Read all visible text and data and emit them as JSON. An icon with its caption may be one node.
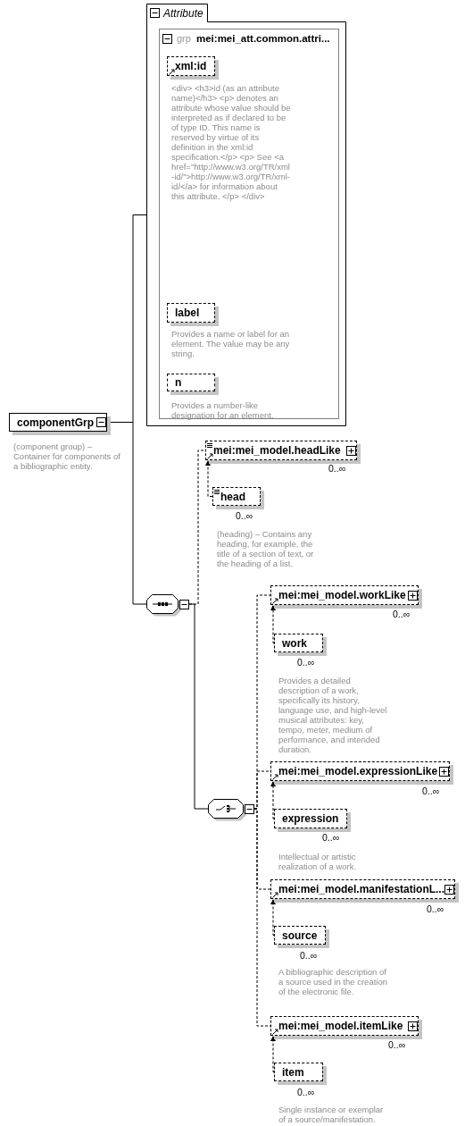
{
  "diagram": {
    "nodes": [
      {
        "text": [
          "componentGrp"
        ],
        "beside": [
          "(component group) – Container for components of a bibliographic entity."
        ]
      },
      {
        "text": [
          "Attribute"
        ]
      },
      {
        "text": [
          "grp",
          "mei:mei_att.common.attri..."
        ],
        "in": 1
      },
      {
        "text": [
          "xml:id"
        ],
        "in": 2,
        "beside": [
          "<div> <h3>id (as an attribute name)</h3> <p> denotes an attribute whose value should be interpreted as if declared to be of type ID. This name is reserved by virtue of its definition in the xml:id specification.</p> <p> See <a href=\"http://www.w3.org/TR/xml-id/\">http://www.w3.org/TR/xml-id/</a> for information about this attribute. </p> </div>"
        ]
      },
      {
        "text": [
          "label"
        ],
        "in": 2,
        "beside": [
          "Provides a name or label for an element. The value may be any string."
        ]
      },
      {
        "text": [
          "n"
        ],
        "in": 2,
        "beside": [
          "Provides a number-like designation for an element."
        ]
      },
      {
        "text": [],
        "shape": "octagon"
      },
      {
        "text": [
          "mei:mei_model.headLike"
        ],
        "beside": [
          "0..∞"
        ]
      },
      {
        "text": [
          "head"
        ],
        "beside": [
          "0..∞",
          "(heading) – Contains any heading, for example, the title of a section of text, or the heading of a list."
        ]
      },
      {
        "text": [],
        "shape": "octagon"
      },
      {
        "text": [
          "mei:mei_model.workLike"
        ],
        "beside": [
          "0..∞"
        ]
      },
      {
        "text": [
          "work"
        ],
        "beside": [
          "0..∞",
          "Provides a detailed description of a work, specifically its history, language use, and high-level musical attributes: key, tempo, meter, medium of performance, and intended duration."
        ]
      },
      {
        "text": [
          "mei:mei_model.expressionLike"
        ],
        "beside": [
          "0..∞"
        ]
      },
      {
        "text": [
          "expression"
        ],
        "beside": [
          "0..∞",
          "Intellectual or artistic realization of a work."
        ]
      },
      {
        "text": [
          "mei:mei_model.manifestationL..."
        ],
        "beside": [
          "0..∞"
        ]
      },
      {
        "text": [
          "source"
        ],
        "beside": [
          "0..∞",
          "A bibliographic description of a source used in the creation of the electronic file."
        ]
      },
      {
        "text": [
          "mei:mei_model.itemLike"
        ],
        "beside": [
          "0..∞"
        ]
      },
      {
        "text": [
          "item"
        ],
        "beside": [
          "0..∞",
          "Single instance or exemplar of a source/manifestation."
        ]
      }
    ],
    "edges": [
      {
        "from": 0,
        "to": 1,
        "arrow": "none"
      },
      {
        "from": 0,
        "to": 6,
        "arrow": "none"
      },
      {
        "from": 6,
        "to": 7,
        "arrow": "none",
        "style": "dashed"
      },
      {
        "from": 8,
        "to": 7,
        "arrow": "to",
        "style": "dashed"
      },
      {
        "from": 6,
        "to": 9,
        "arrow": "none"
      },
      {
        "from": 9,
        "to": 10,
        "arrow": "none",
        "style": "dashed"
      },
      {
        "from": 11,
        "to": 10,
        "arrow": "to",
        "style": "dashed"
      },
      {
        "from": 9,
        "to": 12,
        "arrow": "none",
        "style": "dashed"
      },
      {
        "from": 13,
        "to": 12,
        "arrow": "to",
        "style": "dashed"
      },
      {
        "from": 9,
        "to": 14,
        "arrow": "none",
        "style": "dashed"
      },
      {
        "from": 15,
        "to": 14,
        "arrow": "to",
        "style": "dashed"
      },
      {
        "from": 9,
        "to": 16,
        "arrow": "none",
        "style": "dashed"
      },
      {
        "from": 17,
        "to": 16,
        "arrow": "to",
        "style": "dashed"
      }
    ]
  }
}
